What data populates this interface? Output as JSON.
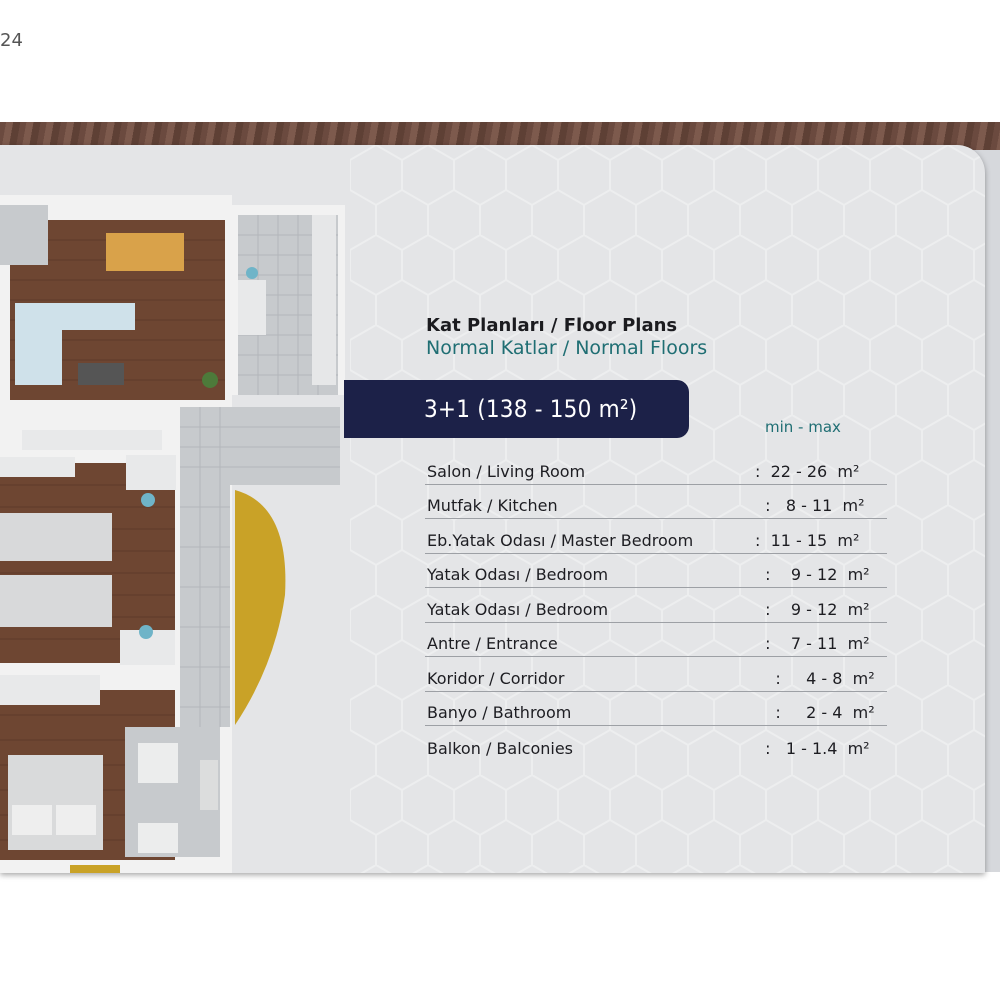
{
  "corner_number": "24",
  "heading": {
    "title": "Kat Planları / Floor Plans",
    "subtitle": "Normal Katlar / Normal Floors"
  },
  "unit_badge": "3+1 (138 - 150 m²)",
  "column_header": "min - max",
  "rooms": [
    {
      "label": "Salon / Living Room",
      "value": ":  22 - 26  m²"
    },
    {
      "label": "Mutfak / Kitchen",
      "value": "  :   8 - 11  m²"
    },
    {
      "label": "Eb.Yatak Odası / Master Bedroom",
      "value": ":  11 - 15  m²"
    },
    {
      "label": "Yatak Odası / Bedroom",
      "value": "  :    9 - 12  m²"
    },
    {
      "label": "Yatak Odası / Bedroom",
      "value": "  :    9 - 12  m²"
    },
    {
      "label": "Antre / Entrance",
      "value": "  :    7 - 11  m²"
    },
    {
      "label": "Koridor / Corridor",
      "value": "    :     4 - 8  m²"
    },
    {
      "label": "Banyo / Bathroom",
      "value": "    :     2 - 4  m²"
    },
    {
      "label": "Balkon / Balconies",
      "value": "  :   1 - 1.4  m²"
    }
  ],
  "colors": {
    "badge_bg": "#1c2148",
    "subtitle": "#1f6e73",
    "page": "#e4e5e7",
    "wood": "#6b4a3f",
    "floor_wood": "#6e4632",
    "accent_gold": "#c9a227"
  }
}
